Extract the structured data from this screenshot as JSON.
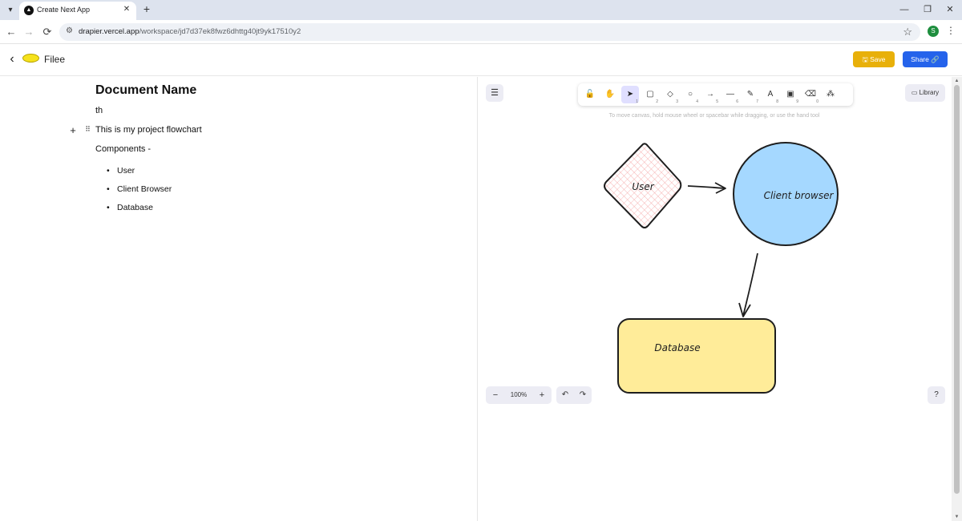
{
  "browser": {
    "tab_title": "Create Next App",
    "url_host": "drapier.vercel.app",
    "url_path": "/workspace/jd7d37ek8fwz6dhttg40jt9yk17510y2",
    "profile_initial": "S"
  },
  "header": {
    "file_name": "Filee",
    "save_label": "Save",
    "share_label": "Share",
    "save_color": "#e8b00a",
    "share_color": "#2563eb"
  },
  "document": {
    "title": "Document Name",
    "paragraphs": [
      "th",
      "This is my project flowchart",
      "Components -"
    ],
    "bullets": [
      "User",
      "Client Browser",
      "Database"
    ]
  },
  "canvas": {
    "toolbar": [
      {
        "name": "lock-tool",
        "icon": "lock-icon",
        "glyph": "🔓",
        "key": ""
      },
      {
        "name": "hand-tool",
        "icon": "hand-icon",
        "glyph": "✋",
        "key": ""
      },
      {
        "name": "selection-tool",
        "icon": "pointer-icon",
        "glyph": "➤",
        "key": "1",
        "active": true
      },
      {
        "name": "rectangle-tool",
        "icon": "rectangle-icon",
        "glyph": "▢",
        "key": "2"
      },
      {
        "name": "diamond-tool",
        "icon": "diamond-icon",
        "glyph": "◇",
        "key": "3"
      },
      {
        "name": "ellipse-tool",
        "icon": "ellipse-icon",
        "glyph": "○",
        "key": "4"
      },
      {
        "name": "arrow-tool",
        "icon": "arrow-icon",
        "glyph": "→",
        "key": "5"
      },
      {
        "name": "line-tool",
        "icon": "line-icon",
        "glyph": "—",
        "key": "6"
      },
      {
        "name": "draw-tool",
        "icon": "pencil-icon",
        "glyph": "✎",
        "key": "7"
      },
      {
        "name": "text-tool",
        "icon": "text-icon",
        "glyph": "A",
        "key": "8"
      },
      {
        "name": "image-tool",
        "icon": "image-icon",
        "glyph": "▣",
        "key": "9"
      },
      {
        "name": "eraser-tool",
        "icon": "eraser-icon",
        "glyph": "⌫",
        "key": "0"
      },
      {
        "name": "extra-tools",
        "icon": "shapes-icon",
        "glyph": "⁂",
        "key": ""
      }
    ],
    "library_label": "Library",
    "hint": "To move canvas, hold mouse wheel or spacebar while dragging, or use the hand tool",
    "zoom": "100%",
    "shapes": {
      "user_label": "User",
      "browser_label": "Client browser",
      "database_label": "Database",
      "user_fill": "#ffc9c9",
      "browser_fill": "#a5d8ff",
      "database_fill": "#ffec99"
    }
  }
}
